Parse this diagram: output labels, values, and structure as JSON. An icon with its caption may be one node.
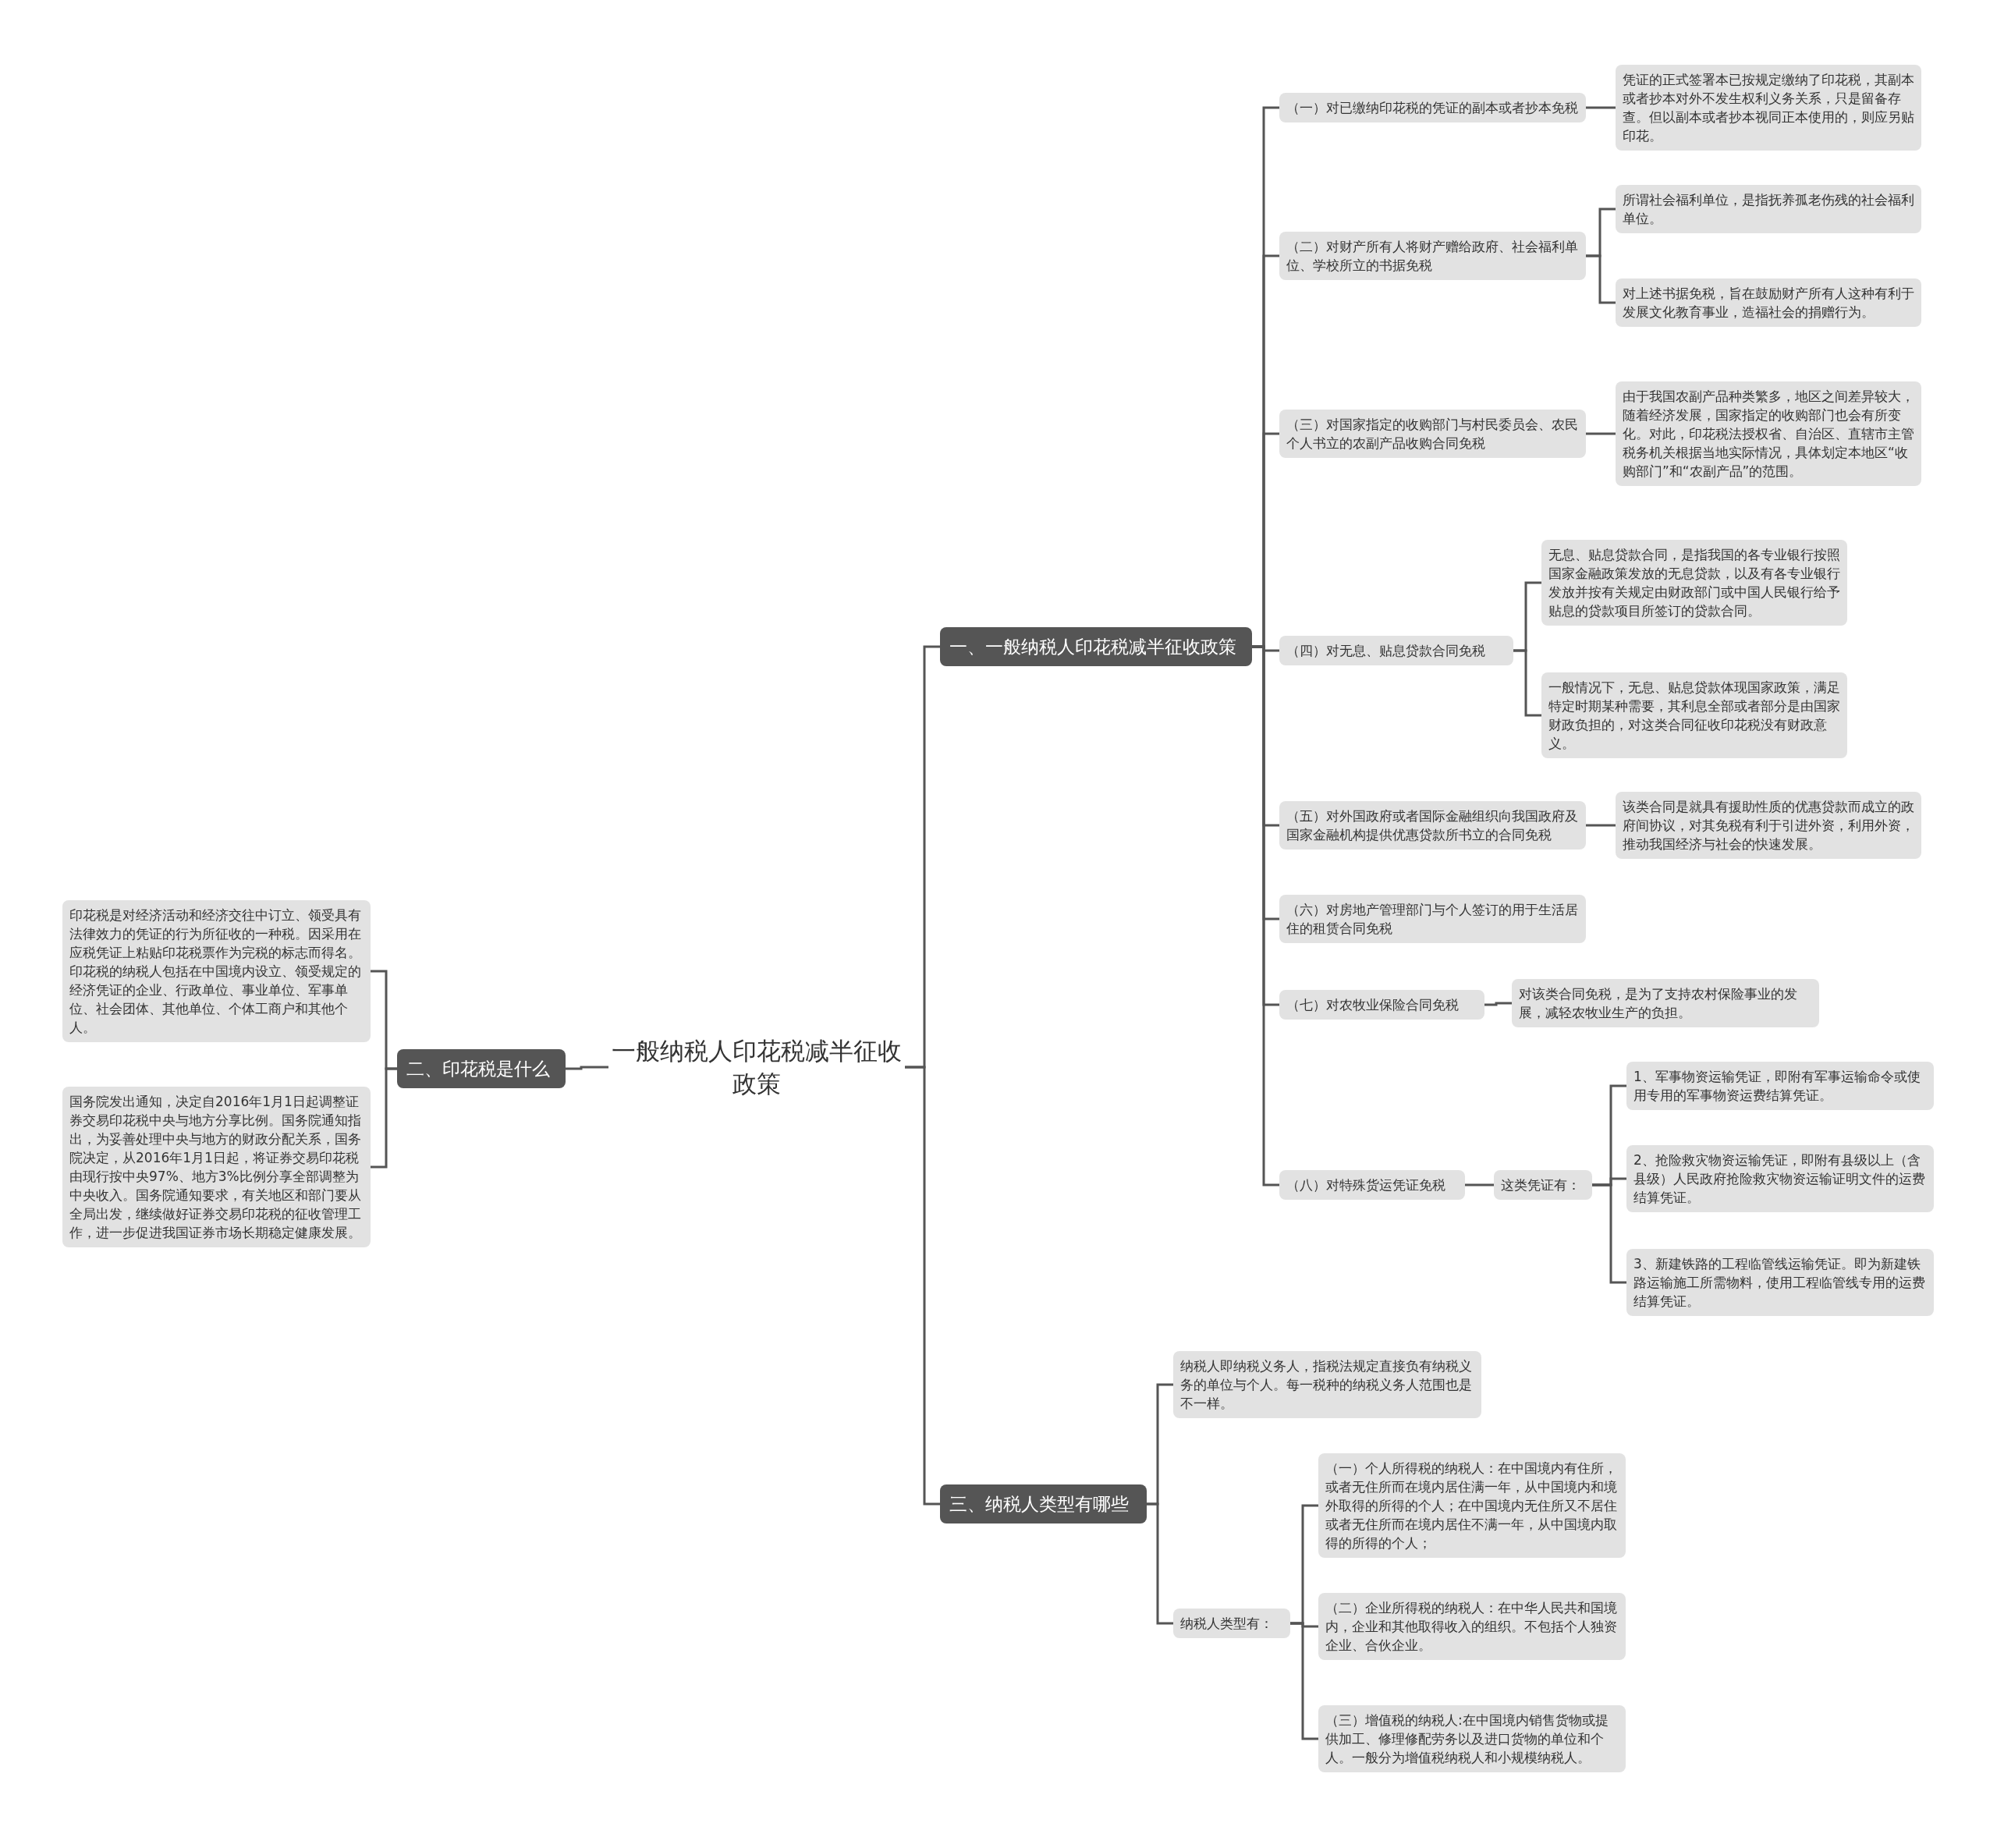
{
  "diagram": {
    "nodes": [
      {
        "text": [
          "一般纳税人印花税减半征收政策"
        ]
      },
      {
        "text": [
          "一、一般纳税人印花税减半征收政策"
        ]
      },
      {
        "text": [
          "（一）对已缴纳印花税的凭证的副本或者抄本免税"
        ]
      },
      {
        "text": [
          "凭证的正式签署本已按规定缴纳了印花税，其副本或者抄本对外不发生权利义务关系，只是留备存查。但以副本或者抄本视同正本使用的，则应另贴印花。"
        ]
      },
      {
        "text": [
          "（二）对财产所有人将财产赠给政府、社会福利单位、学校所立的书据免税"
        ]
      },
      {
        "text": [
          "所谓社会福利单位，是指抚养孤老伤残的社会福利单位。"
        ]
      },
      {
        "text": [
          "对上述书据免税，旨在鼓励财产所有人这种有利于发展文化教育事业，造福社会的捐赠行为。"
        ]
      },
      {
        "text": [
          "（三）对国家指定的收购部门与村民委员会、农民个人书立的农副产品收购合同免税"
        ]
      },
      {
        "text": [
          "由于我国农副产品种类繁多，地区之间差异较大，随着经济发展，国家指定的收购部门也会有所变化。对此，印花税法授权省、自治区、直辖市主管税务机关根据当地实际情况，具体划定本地区“收购部门”和“农副产品”的范围。"
        ]
      },
      {
        "text": [
          "（四）对无息、贴息贷款合同免税"
        ]
      },
      {
        "text": [
          "无息、贴息贷款合同，是指我国的各专业银行按照国家金融政策发放的无息贷款，以及有各专业银行发放并按有关规定由财政部门或中国人民银行给予贴息的贷款项目所签订的贷款合同。"
        ]
      },
      {
        "text": [
          "一般情况下，无息、贴息贷款体现国家政策，满足特定时期某种需要，其利息全部或者部分是由国家财政负担的，对这类合同征收印花税没有财政意义。"
        ]
      },
      {
        "text": [
          "（五）对外国政府或者国际金融组织向我国政府及国家金融机构提供优惠贷款所书立的合同免税"
        ]
      },
      {
        "text": [
          "该类合同是就具有援助性质的优惠贷款而成立的政府间协议，对其免税有利于引进外资，利用外资，推动我国经济与社会的快速发展。"
        ]
      },
      {
        "text": [
          "（六）对房地产管理部门与个人签订的用于生活居住的租赁合同免税"
        ]
      },
      {
        "text": [
          "（七）对农牧业保险合同免税"
        ]
      },
      {
        "text": [
          "对该类合同免税，是为了支持农村保险事业的发展，减轻农牧业生产的负担。"
        ]
      },
      {
        "text": [
          "（八）对特殊货运凭证免税"
        ]
      },
      {
        "text": [
          "这类凭证有："
        ]
      },
      {
        "text": [
          "1、军事物资运输凭证，即附有军事运输命令或使用专用的军事物资运费结算凭证。"
        ]
      },
      {
        "text": [
          "2、抢险救灾物资运输凭证，即附有县级以上（含县级）人民政府抢险救灾物资运输证明文件的运费结算凭证。"
        ]
      },
      {
        "text": [
          "3、新建铁路的工程临管线运输凭证。即为新建铁路运输施工所需物料，使用工程临管线专用的运费结算凭证。"
        ]
      },
      {
        "text": [
          "三、纳税人类型有哪些"
        ]
      },
      {
        "text": [
          "纳税人即纳税义务人，指税法规定直接负有纳税义务的单位与个人。每一税种的纳税义务人范围也是不一样。"
        ]
      },
      {
        "text": [
          "纳税人类型有："
        ]
      },
      {
        "text": [
          "（一）个人所得税的纳税人：在中国境内有住所，或者无住所而在境内居住满一年，从中国境内和境外取得的所得的个人；在中国境内无住所又不居住或者无住所而在境内居住不满一年，从中国境内取得的所得的个人；"
        ]
      },
      {
        "text": [
          "（二）企业所得税的纳税人：在中华人民共和国境内，企业和其他取得收入的组织。不包括个人独资企业、合伙企业。"
        ]
      },
      {
        "text": [
          "（三）增值税的纳税人:在中国境内销售货物或提供加工、修理修配劳务以及进口货物的单位和个人。一般分为增值税纳税人和小规模纳税人。"
        ]
      },
      {
        "text": [
          "二、印花税是什么"
        ]
      },
      {
        "text": [
          "印花税是对经济活动和经济交往中订立、领受具有法律效力的凭证的行为所征收的一种税。因采用在应税凭证上粘贴印花税票作为完税的标志而得名。印花税的纳税人包括在中国境内设立、领受规定的经济凭证的企业、行政单位、事业单位、军事单位、社会团体、其他单位、个体工商户和其他个人。"
        ]
      },
      {
        "text": [
          "国务院发出通知，决定自2016年1月1日起调整证券交易印花税中央与地方分享比例。国务院通知指出，为妥善处理中央与地方的财政分配关系，国务院决定，从2016年1月1日起，将证券交易印花税由现行按中央97%、地方3%比例分享全部调整为中央收入。国务院通知要求，有关地区和部门要从全局出发，继续做好证券交易印花税的征收管理工作，进一步促进我国证券市场长期稳定健康发展。"
        ]
      }
    ],
    "edges": [
      {
        "from": 0,
        "to": 1,
        "arrow": "none"
      },
      {
        "from": 1,
        "to": 2,
        "arrow": "none"
      },
      {
        "from": 2,
        "to": 3,
        "arrow": "none"
      },
      {
        "from": 1,
        "to": 4,
        "arrow": "none"
      },
      {
        "from": 4,
        "to": 5,
        "arrow": "none"
      },
      {
        "from": 4,
        "to": 6,
        "arrow": "none"
      },
      {
        "from": 1,
        "to": 7,
        "arrow": "none"
      },
      {
        "from": 7,
        "to": 8,
        "arrow": "none"
      },
      {
        "from": 1,
        "to": 9,
        "arrow": "none"
      },
      {
        "from": 9,
        "to": 10,
        "arrow": "none"
      },
      {
        "from": 9,
        "to": 11,
        "arrow": "none"
      },
      {
        "from": 1,
        "to": 12,
        "arrow": "none"
      },
      {
        "from": 12,
        "to": 13,
        "arrow": "none"
      },
      {
        "from": 1,
        "to": 14,
        "arrow": "none"
      },
      {
        "from": 1,
        "to": 15,
        "arrow": "none"
      },
      {
        "from": 15,
        "to": 16,
        "arrow": "none"
      },
      {
        "from": 1,
        "to": 17,
        "arrow": "none"
      },
      {
        "from": 17,
        "to": 18,
        "arrow": "none"
      },
      {
        "from": 18,
        "to": 19,
        "arrow": "none"
      },
      {
        "from": 18,
        "to": 20,
        "arrow": "none"
      },
      {
        "from": 18,
        "to": 21,
        "arrow": "none"
      },
      {
        "from": 0,
        "to": 22,
        "arrow": "none"
      },
      {
        "from": 22,
        "to": 23,
        "arrow": "none"
      },
      {
        "from": 22,
        "to": 24,
        "arrow": "none"
      },
      {
        "from": 24,
        "to": 25,
        "arrow": "none"
      },
      {
        "from": 24,
        "to": 26,
        "arrow": "none"
      },
      {
        "from": 24,
        "to": 27,
        "arrow": "none"
      },
      {
        "from": 0,
        "to": 28,
        "arrow": "none"
      },
      {
        "from": 28,
        "to": 29,
        "arrow": "none"
      },
      {
        "from": 28,
        "to": 30,
        "arrow": "none"
      }
    ]
  }
}
